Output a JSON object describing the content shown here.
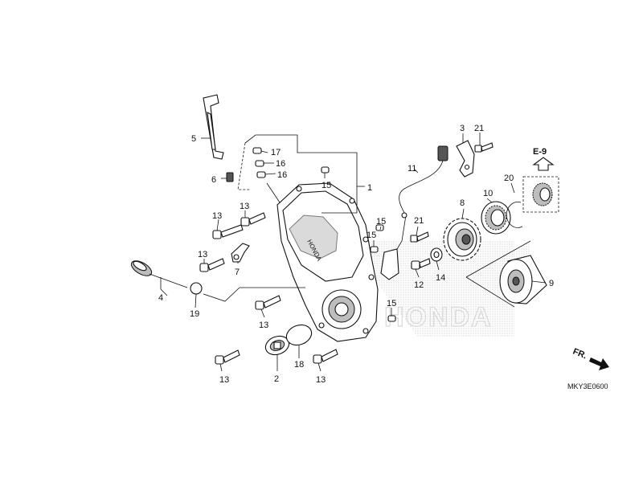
{
  "diagram": {
    "code": "MKY3E0600",
    "reference": "E-9",
    "direction": "FR.",
    "watermark": "HONDA",
    "callouts": [
      "1",
      "2",
      "3",
      "4",
      "5",
      "6",
      "7",
      "8",
      "9",
      "10",
      "11",
      "12",
      "13",
      "13",
      "13",
      "13",
      "13",
      "13",
      "14",
      "15",
      "15",
      "15",
      "15",
      "16",
      "16",
      "17",
      "18",
      "19",
      "20",
      "21",
      "21"
    ]
  }
}
